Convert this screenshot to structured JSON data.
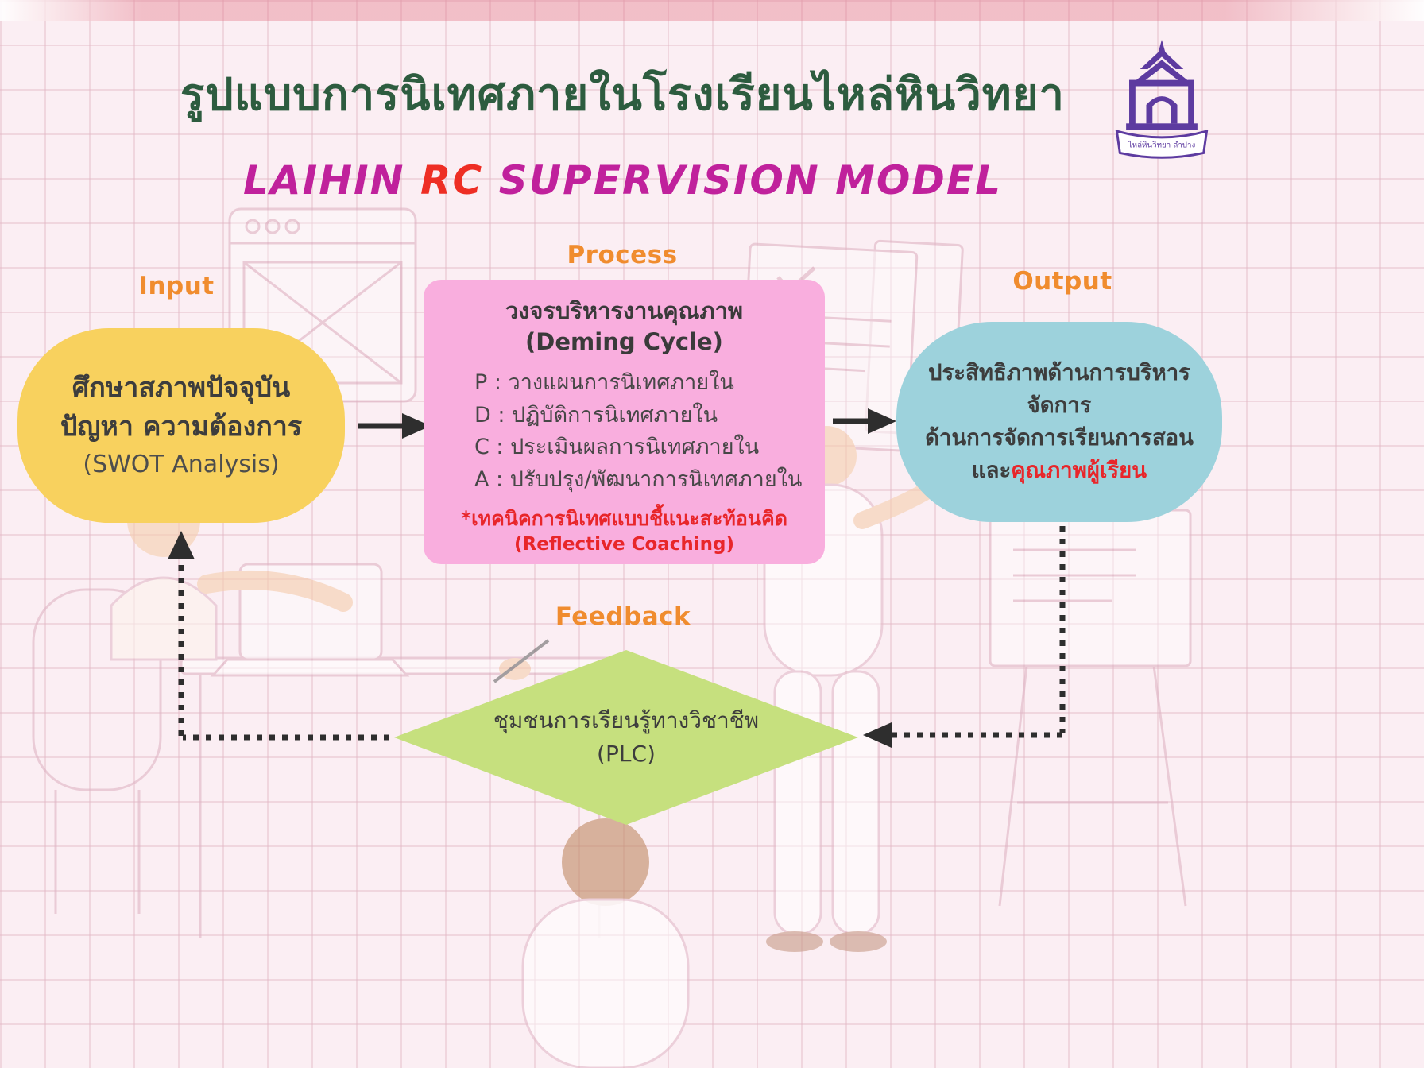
{
  "header": {
    "title": "รูปแบบการนิเทศภายในโรงเรียนไหล่หินวิทยา",
    "subtitle_part1": "LAIHIN",
    "subtitle_rc": "RC",
    "subtitle_part2": "SUPERVISION MODEL",
    "logo_banner": "ไหล่หินวิทยา ลำปาง"
  },
  "labels": {
    "input": "Input",
    "process": "Process",
    "output": "Output",
    "feedback": "Feedback"
  },
  "input_block": {
    "line1": "ศึกษาสภาพปัจจุบัน",
    "line2": "ปัญหา ความต้องการ",
    "line3": "(SWOT Analysis)"
  },
  "process_block": {
    "heading1": "วงจรบริหารงานคุณภาพ",
    "heading2": "(Deming Cycle)",
    "steps": [
      "P : วางแผนการนิเทศภายใน",
      "D : ปฏิบัติการนิเทศภายใน",
      "C : ประเมินผลการนิเทศภายใน",
      "A : ปรับปรุง/พัฒนาการนิเทศภายใน"
    ],
    "note1": "*เทคนิคการนิเทศแบบชี้แนะสะท้อนคิด",
    "note2": "(Reflective Coaching)"
  },
  "output_block": {
    "line1": "ประสิทธิภาพด้านการบริหารจัดการ",
    "line2": "ด้านการจัดการเรียนการสอน",
    "line3_prefix": "และ",
    "line3_highlight": "คุณภาพผู้เรียน"
  },
  "feedback_block": {
    "line1": "ชุมชนการเรียนรู้ทางวิชาชีพ",
    "line2": "(PLC)"
  },
  "colors": {
    "background": "#fbeef3",
    "title_green": "#2d5c3f",
    "subtitle_magenta": "#c0219c",
    "accent_red": "#e8262a",
    "label_orange": "#f08c2e",
    "input_yellow": "#f8d15e",
    "process_pink": "#f9aede",
    "output_blue": "#9dd2dc",
    "feedback_green": "#c6e07e",
    "arrow_dark": "#2e2e2e",
    "logo_purple": "#5d3ba0"
  }
}
